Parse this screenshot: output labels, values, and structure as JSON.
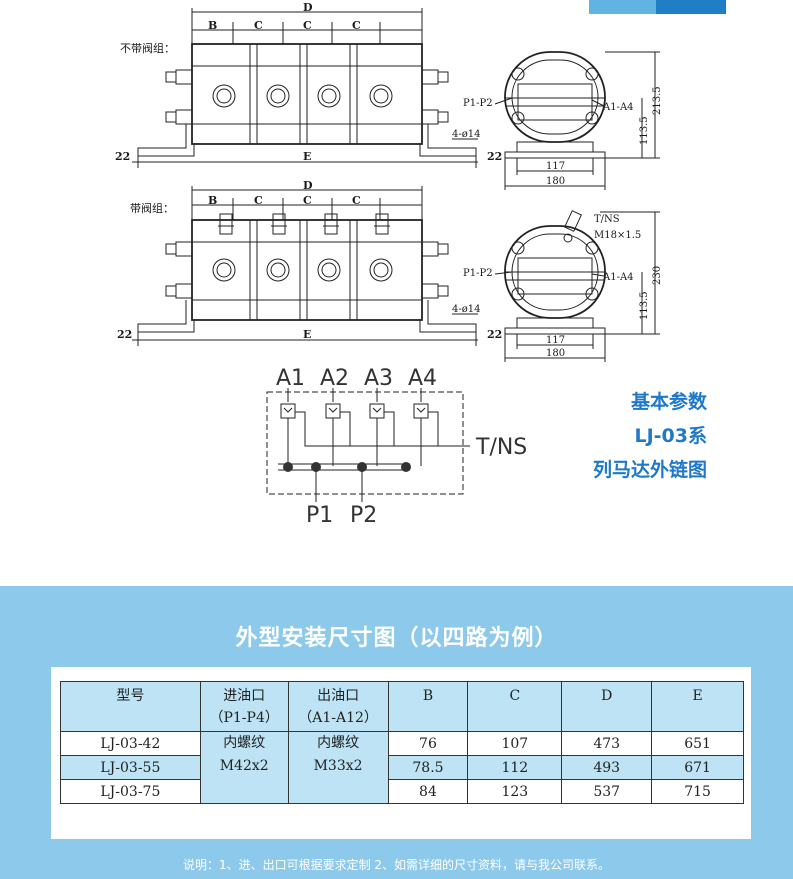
{
  "drawing": {
    "label_no_valve": "不带阀组：",
    "label_with_valve": "带阀组：",
    "dim_d": "D",
    "dim_b": "B",
    "dim_c": "C",
    "dim_e": "E",
    "dim_22": "22",
    "hole": "4-ø14",
    "port_in": "P1-P2",
    "port_out": "A1-A4",
    "h_total_top": "213.5",
    "h_total_bottom": "230",
    "h_center": "113.5",
    "w_inner": "117",
    "w_outer": "180",
    "tns": "T/NS",
    "m18": "M18×1.5"
  },
  "hydraulic": {
    "a1": "A1",
    "a2": "A2",
    "a3": "A3",
    "a4": "A4",
    "tns": "T/NS",
    "p1": "P1",
    "p2": "P2"
  },
  "caption": {
    "line1": "基本参数",
    "line2": "LJ-03系",
    "line3": "列马达外链图"
  },
  "section_title": "外型安装尺寸图（以四路为例）",
  "table": {
    "headers": {
      "model": "型号",
      "inlet": "进油口",
      "inlet_sub": "（P1-P4）",
      "outlet": "出油口",
      "outlet_sub": "（A1-A12）",
      "b": "B",
      "c": "C",
      "d": "D",
      "e": "E"
    },
    "inlet_value_1": "内螺纹",
    "inlet_value_2": "M42x2",
    "outlet_value_1": "内螺纹",
    "outlet_value_2": "M33x2",
    "rows": [
      {
        "model": "LJ-03-42",
        "b": "76",
        "c": "107",
        "d": "473",
        "e": "651"
      },
      {
        "model": "LJ-03-55",
        "b": "78.5",
        "c": "112",
        "d": "493",
        "e": "671"
      },
      {
        "model": "LJ-03-75",
        "b": "84",
        "c": "123",
        "d": "537",
        "e": "715"
      }
    ]
  },
  "note": "说明：1、进、出口可根据要求定制 2、如需详细的尺寸资料，请与我公司联系。",
  "colors": {
    "accent_blue": "#1f78c8",
    "band": "#8cc9ea",
    "table_fill": "#bde3f5"
  }
}
